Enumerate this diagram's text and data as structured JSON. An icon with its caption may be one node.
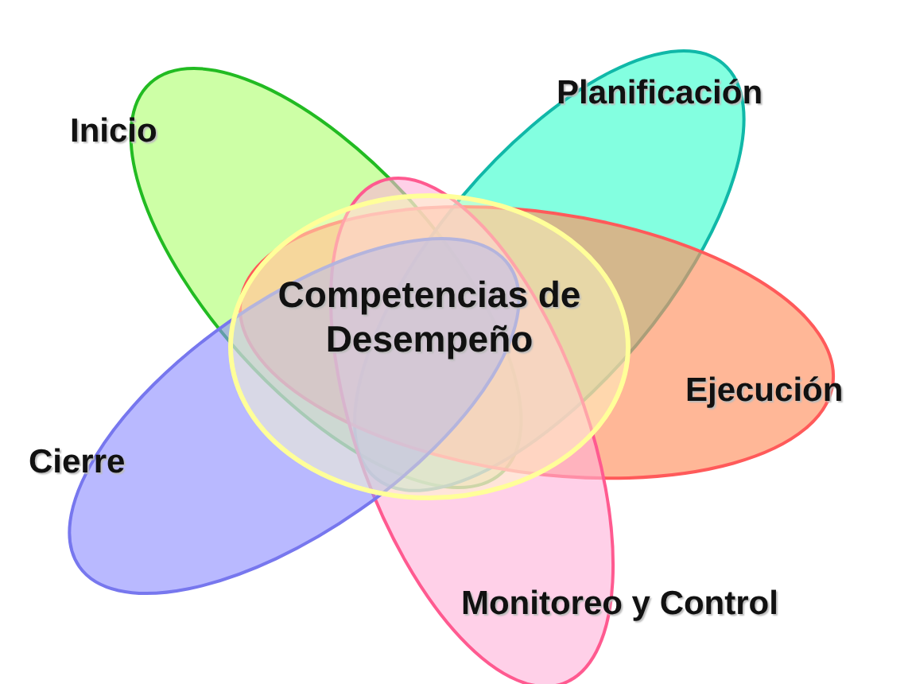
{
  "diagram": {
    "nodes": [
      {
        "text": [
          "Inicio"
        ]
      },
      {
        "text": [
          "Planificación"
        ]
      },
      {
        "text": [
          "Ejecución"
        ]
      },
      {
        "text": [
          "Monitoreo y Control"
        ]
      },
      {
        "text": [
          "Cierre"
        ]
      },
      {
        "text": [
          "Competencias de Desempeño"
        ]
      }
    ]
  }
}
